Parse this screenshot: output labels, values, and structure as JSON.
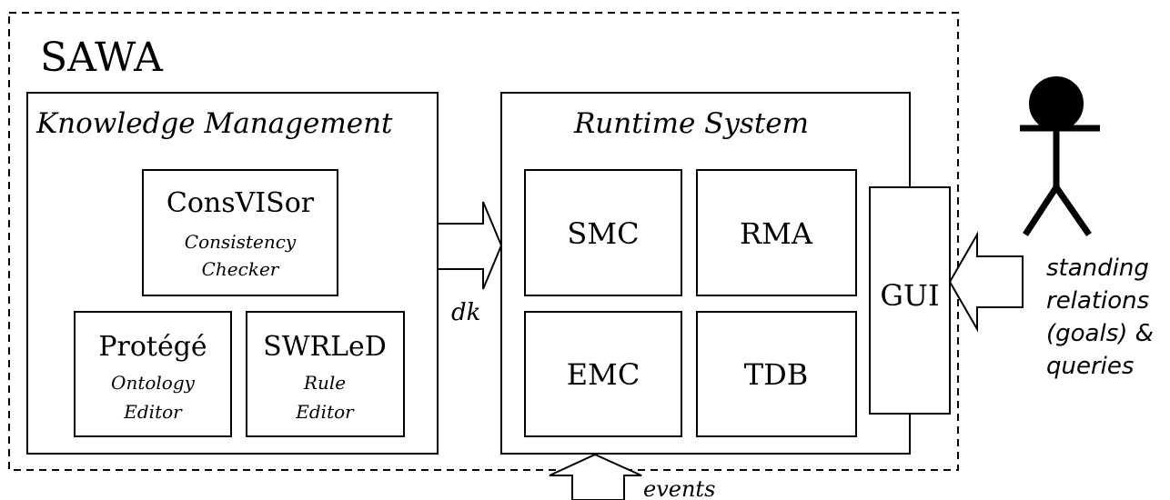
{
  "title": "SAWA",
  "knowledge_management": {
    "title": "Knowledge Management",
    "consvisor": {
      "name": "ConsVISor",
      "subtitle_line1": "Consistency",
      "subtitle_line2": "Checker"
    },
    "protege": {
      "name": "Protégé",
      "subtitle_line1": "Ontology",
      "subtitle_line2": "Editor"
    },
    "swrled": {
      "name": "SWRLeD",
      "subtitle_line1": "Rule",
      "subtitle_line2": "Editor"
    }
  },
  "runtime_system": {
    "title": "Runtime System",
    "modules": {
      "smc": "SMC",
      "rma": "RMA",
      "emc": "EMC",
      "tdb": "TDB"
    },
    "gui": "GUI"
  },
  "dk_label": "dk",
  "events_label": "events",
  "user_input": {
    "line1": "standing",
    "line2": "relations",
    "line3": "(goals) &",
    "line4": "queries"
  }
}
